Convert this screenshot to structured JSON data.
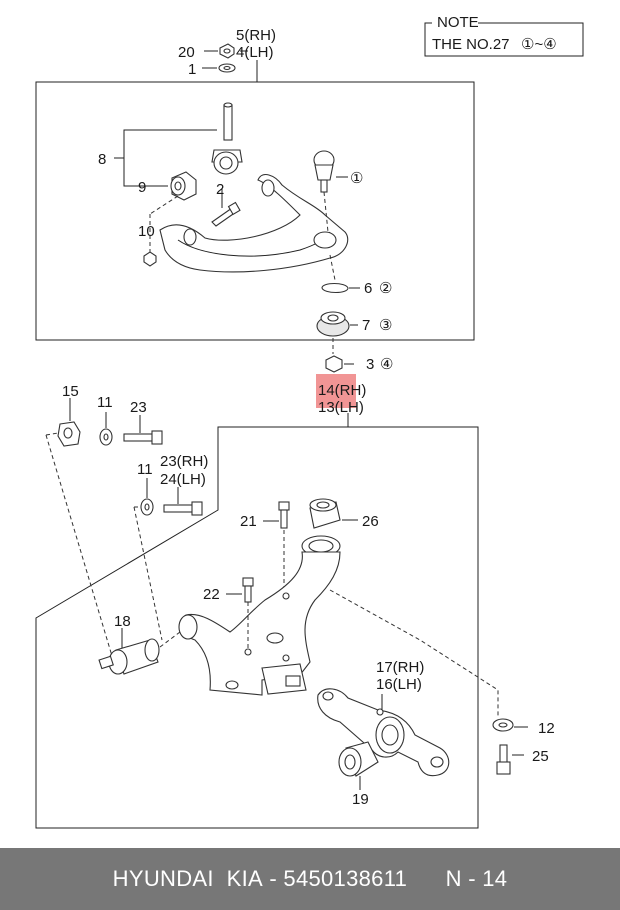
{
  "note": {
    "title": "NOTE",
    "text": "THE NO.27",
    "range": "①~④"
  },
  "labels": {
    "l5rh": "5(RH)",
    "l4lh": "4(LH)",
    "l20": "20",
    "l1": "1",
    "l8": "8",
    "l9": "9",
    "l2": "2",
    "l10": "10",
    "c1": "①",
    "l6": "6",
    "c2": "②",
    "l7": "7",
    "c3": "③",
    "l3": "3",
    "c4": "④",
    "l14rh": "14(RH)",
    "l13lh": "13(LH)",
    "l15": "15",
    "l11a": "11",
    "l23a": "23",
    "l11b": "11",
    "l23rh": "23(RH)",
    "l24lh": "24(LH)",
    "l21": "21",
    "l26": "26",
    "l22": "22",
    "l18": "18",
    "l17rh": "17(RH)",
    "l16lh": "16(LH)",
    "l12": "12",
    "l25": "25",
    "l19": "19"
  },
  "highlight_color": "#f08a8a",
  "footer": {
    "brand": "HYUNDAI  KIA",
    "part_number": "5450138611",
    "code": "N - 14"
  }
}
